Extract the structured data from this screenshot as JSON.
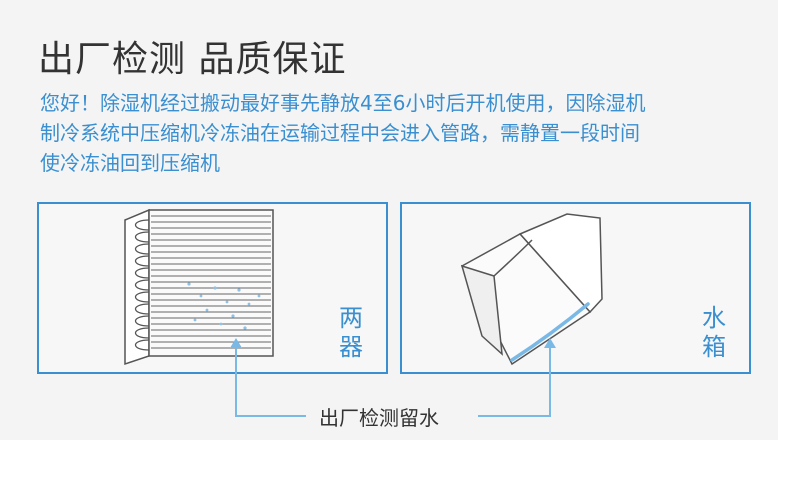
{
  "title": "出厂检测  品质保证",
  "notice": {
    "lines": [
      "您好！除湿机经过搬动最好事先静放4至6小时后开机使用，因除湿机",
      "制冷系统中压缩机冷冻油在运输过程中会进入管路，需静置一段时间",
      "使冷冻油回到压缩机"
    ],
    "color": "#3a8fd0"
  },
  "panels": {
    "left": {
      "label": "两器",
      "icon": "evaporator-coil"
    },
    "right": {
      "label": "水箱",
      "icon": "water-tank"
    }
  },
  "caption": "出厂检测留水",
  "colors": {
    "accent": "#3a8fd0",
    "text": "#333333",
    "background": "#f4f4f4"
  }
}
